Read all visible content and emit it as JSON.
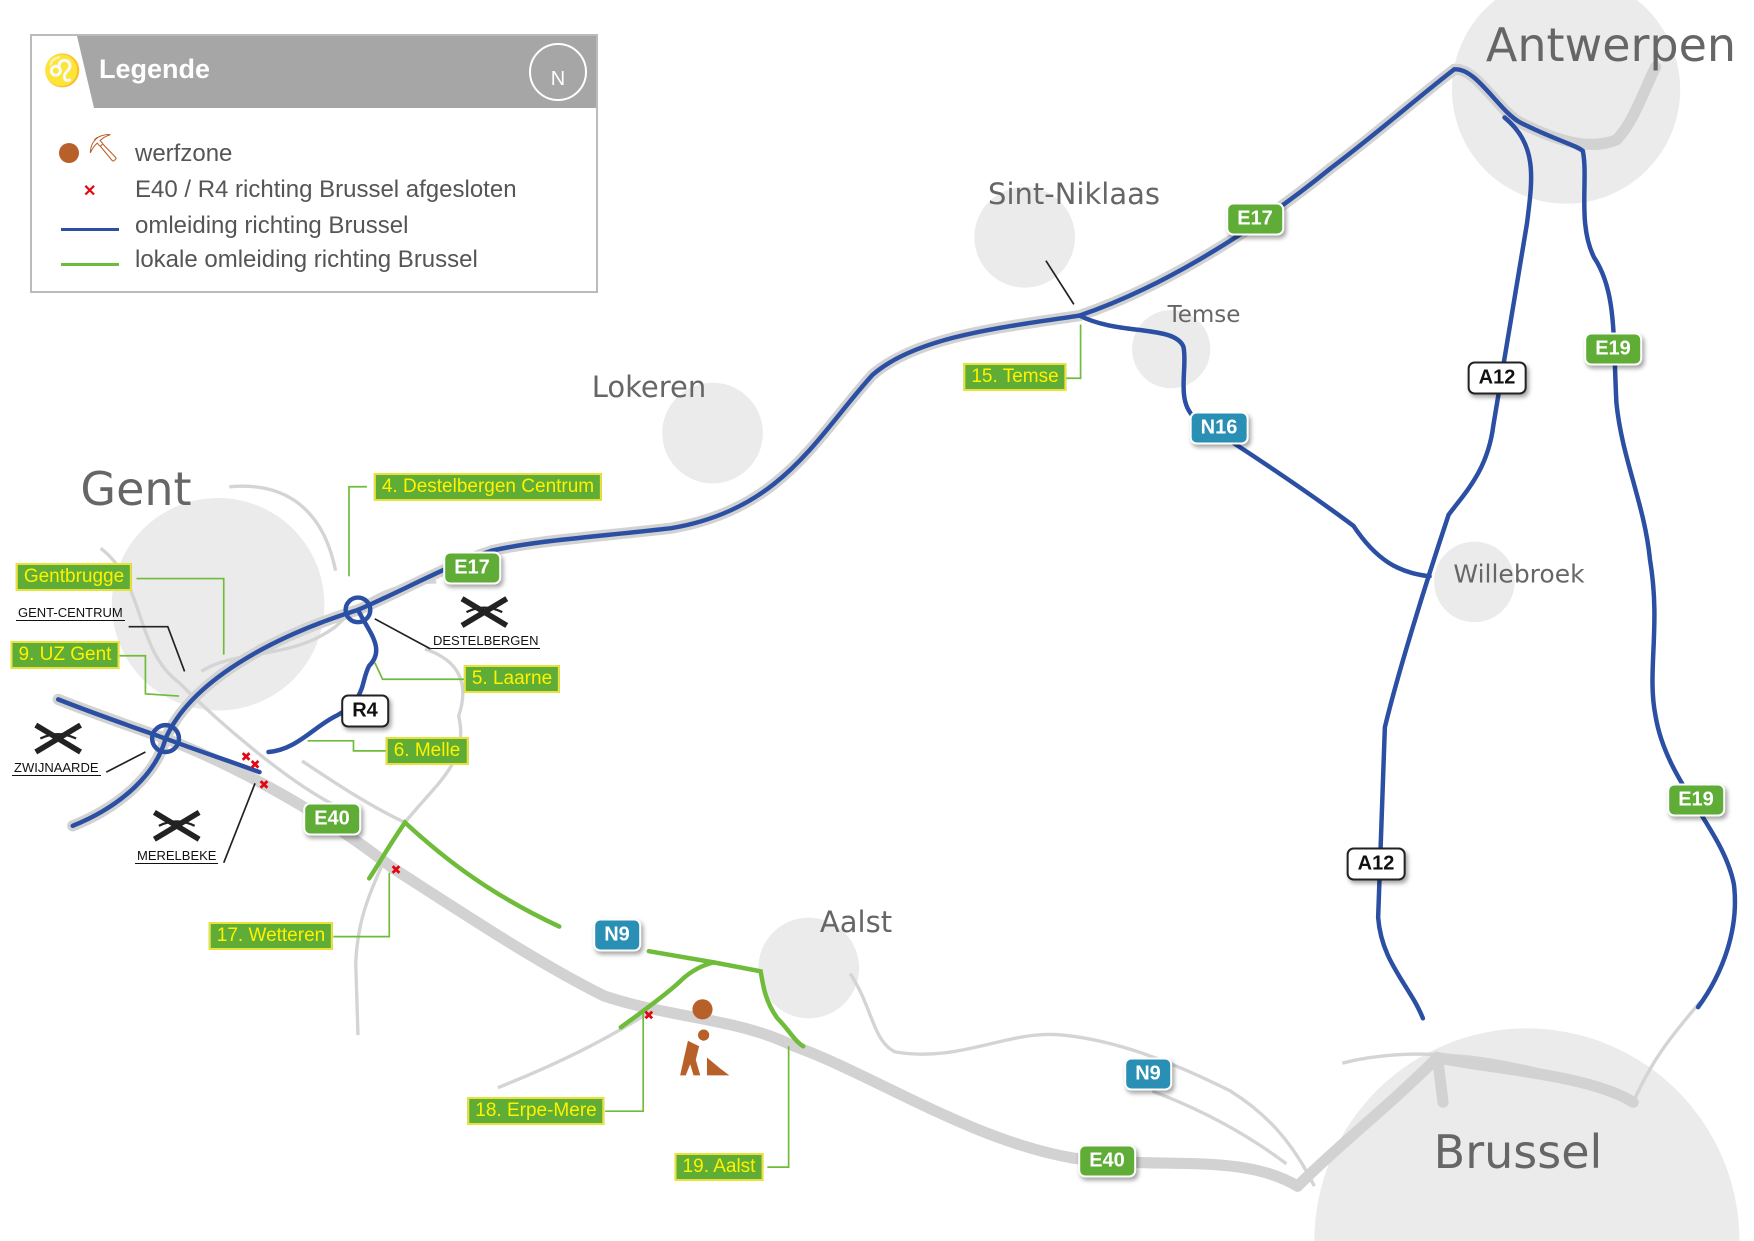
{
  "legend": {
    "title": "Legende",
    "north": "N",
    "items": [
      {
        "label": "werfzone",
        "icon": "roadwork-icon",
        "color": "#b8602a"
      },
      {
        "label": "E40 / R4 richting Brussel afgesloten",
        "icon": "closed-cross-icon",
        "color": "#e30613"
      },
      {
        "label": "omleiding richting Brussel",
        "icon": "blue-line",
        "color": "#2b4fa3"
      },
      {
        "label": "lokale omleiding richting Brussel",
        "icon": "green-line",
        "color": "#6fbb3a"
      }
    ]
  },
  "cities": {
    "antwerpen": "Antwerpen",
    "sint_niklaas": "Sint-Niklaas",
    "temse": "Temse",
    "lokeren": "Lokeren",
    "gent": "Gent",
    "willebroek": "Willebroek",
    "aalst": "Aalst",
    "brussel": "Brussel"
  },
  "roads": {
    "e17_a": "E17",
    "e17_b": "E17",
    "e19_a": "E19",
    "e19_b": "E19",
    "a12_a": "A12",
    "a12_b": "A12",
    "n16": "N16",
    "n9_a": "N9",
    "n9_b": "N9",
    "e40_a": "E40",
    "e40_b": "E40",
    "r4": "R4"
  },
  "exits": {
    "temse": "15. Temse",
    "destelbergen_centrum": "4. Destelbergen Centrum",
    "gentbrugge": "Gentbrugge",
    "uz_gent": "9. UZ Gent",
    "laarne": "5. Laarne",
    "melle": "6. Melle",
    "wetteren": "17. Wetteren",
    "erpe_mere": "18. Erpe-Mere",
    "aalst": "19. Aalst"
  },
  "interchanges": {
    "gent_centrum": "GENT-CENTRUM",
    "destelbergen": "DESTELBERGEN",
    "zwijnaarde": "ZWIJNAARDE",
    "merelbeke": "MERELBEKE"
  },
  "colors": {
    "detour": "#2b4fa3",
    "local_detour": "#6fbb3a",
    "road": "#d0d0d0",
    "closed": "#e30613",
    "worksite": "#b8602a"
  }
}
